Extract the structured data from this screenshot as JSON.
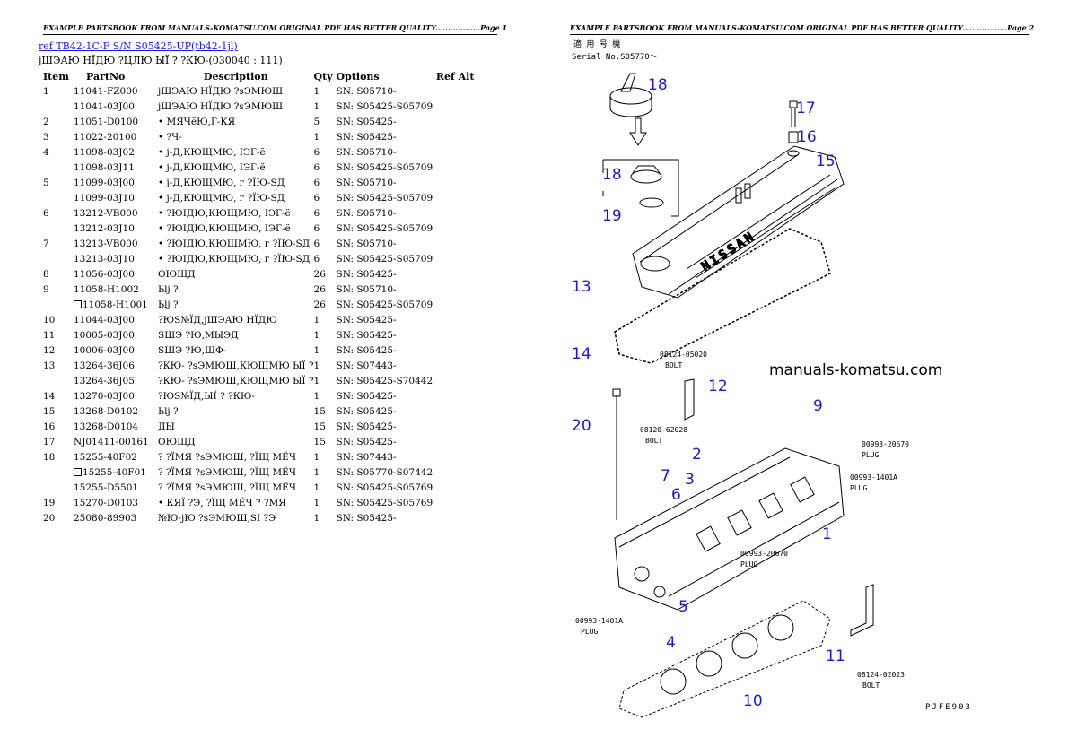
{
  "page1": {
    "header": "EXAMPLE PARTSBOOK FROM MANUALS-KOMATSU.COM ORIGINAL PDF HAS BETTER QUALITY..................Page 1",
    "ref_link": "ref TB42-1C-F S/N S05425-UP(tb42-1jl)",
    "subtitle": "јШЭАЮ НЇДЮ ?ЦЛЮ ЫЇ ? ?КЮ-(030040 : 111)",
    "columns": [
      "Item",
      "PartNo",
      "Description",
      "Qty",
      "Options",
      "Ref Alt"
    ],
    "rows": [
      {
        "item": "1",
        "part": "11041-FZ000",
        "desc": "јШЭАЮ НЇДЮ ?sЭМЮШ",
        "qty": "1",
        "opt": "SN: S05710-",
        "box": false
      },
      {
        "item": "",
        "part": "11041-03J00",
        "desc": "јШЭАЮ НЇДЮ ?sЭМЮШ",
        "qty": "1",
        "opt": "SN: S05425-S05709",
        "box": false
      },
      {
        "item": "2",
        "part": "11051-D0100",
        "desc": "• МЯЧёЮ,Г-КЯ",
        "qty": "5",
        "opt": "SN: S05425-",
        "box": false
      },
      {
        "item": "3",
        "part": "11022-20100",
        "desc": "• ?Ч-",
        "qty": "1",
        "opt": "SN: S05425-",
        "box": false
      },
      {
        "item": "4",
        "part": "11098-03J02",
        "desc": "• ј-Д,КЮЩМЮ, ІЭГ-ё",
        "qty": "6",
        "opt": "SN: S05710-",
        "box": false
      },
      {
        "item": "",
        "part": "11098-03J11",
        "desc": "• ј-Д,КЮЩМЮ, ІЭГ-ё",
        "qty": "6",
        "opt": "SN: S05425-S05709",
        "box": false
      },
      {
        "item": "5",
        "part": "11099-03J00",
        "desc": "• ј-Д,КЮЩМЮ, г ?ЇЮ-SД",
        "qty": "6",
        "opt": "SN: S05710-",
        "box": false
      },
      {
        "item": "",
        "part": "11099-03J10",
        "desc": "• ј-Д,КЮЩМЮ, г ?ЇЮ-SД",
        "qty": "6",
        "opt": "SN: S05425-S05709",
        "box": false
      },
      {
        "item": "6",
        "part": "13212-VB000",
        "desc": "• ?ЮІДЮ,КЮЩМЮ, ІЭГ-ё",
        "qty": "6",
        "opt": "SN: S05710-",
        "box": false
      },
      {
        "item": "",
        "part": "13212-03J10",
        "desc": "• ?ЮІДЮ,КЮЩМЮ, ІЭГ-ё",
        "qty": "6",
        "opt": "SN: S05425-S05709",
        "box": false
      },
      {
        "item": "7",
        "part": "13213-VB000",
        "desc": "• ?ЮІДЮ,КЮЩМЮ, г ?ЇЮ-SД",
        "qty": "6",
        "opt": "SN: S05710-",
        "box": false
      },
      {
        "item": "",
        "part": "13213-03J10",
        "desc": "• ?ЮІДЮ,КЮЩМЮ, г ?ЇЮ-SД",
        "qty": "6",
        "opt": "SN: S05425-S05709",
        "box": false
      },
      {
        "item": "8",
        "part": "11056-03J00",
        "desc": "ОЮЩД",
        "qty": "26",
        "opt": "SN: S05425-",
        "box": false
      },
      {
        "item": "9",
        "part": "11058-H1002",
        "desc": "Ьlј ?",
        "qty": "26",
        "opt": "SN: S05710-",
        "box": false
      },
      {
        "item": "",
        "part": "11058-H1001",
        "desc": "Ьlј ?",
        "qty": "26",
        "opt": "SN: S05425-S05709",
        "box": true
      },
      {
        "item": "10",
        "part": "11044-03J00",
        "desc": "?ЮЅ№ЇД,јШЭАЮ НЇДЮ",
        "qty": "1",
        "opt": "SN: S05425-",
        "box": false
      },
      {
        "item": "11",
        "part": "10005-03J00",
        "desc": "SШЭ ?Ю,МЫЭД",
        "qty": "1",
        "opt": "SN: S05425-",
        "box": false
      },
      {
        "item": "12",
        "part": "10006-03J00",
        "desc": "SШЭ ?Ю,ШФ-",
        "qty": "1",
        "opt": "SN: S05425-",
        "box": false
      },
      {
        "item": "13",
        "part": "13264-36J06",
        "desc": "?КЮ- ?sЭМЮШ,КЮЩМЮ ЫЇ ?",
        "qty": "1",
        "opt": "SN: S07443-",
        "box": false
      },
      {
        "item": "",
        "part": "13264-36J05",
        "desc": "?КЮ- ?sЭМЮШ,КЮЩМЮ ЫЇ ?",
        "qty": "1",
        "opt": "SN: S05425-S70442",
        "box": false
      },
      {
        "item": "14",
        "part": "13270-03J00",
        "desc": "?ЮЅ№ЇД,ЫЇ ? ?КЮ-",
        "qty": "1",
        "opt": "SN: S05425-",
        "box": false
      },
      {
        "item": "15",
        "part": "13268-D0102",
        "desc": "Ьlј ?",
        "qty": "15",
        "opt": "SN: S05425-",
        "box": false
      },
      {
        "item": "16",
        "part": "13268-D0104",
        "desc": "ДЫ",
        "qty": "15",
        "opt": "SN: S05425-",
        "box": false
      },
      {
        "item": "17",
        "part": "NJ01411-00161",
        "desc": "ОЮЩД",
        "qty": "15",
        "opt": "SN: S05425-",
        "box": false
      },
      {
        "item": "18",
        "part": "15255-40F02",
        "desc": "? ?ЇМЯ ?sЭМЮШ, ?ЇЩ МЁЧ",
        "qty": "1",
        "opt": "SN: S07443-",
        "box": false
      },
      {
        "item": "",
        "part": "15255-40F01",
        "desc": "? ?ЇМЯ ?sЭМЮШ, ?ЇЩ МЁЧ",
        "qty": "1",
        "opt": "SN: S05770-S07442",
        "box": true
      },
      {
        "item": "",
        "part": "15255-D5501",
        "desc": "? ?ЇМЯ ?sЭМЮШ, ?ЇЩ МЁЧ",
        "qty": "1",
        "opt": "SN: S05425-S05769",
        "box": false
      },
      {
        "item": "19",
        "part": "15270-D0103",
        "desc": "• КЯЇ ?Э, ?ЇЩ МЁЧ ? ?МЯ",
        "qty": "1",
        "opt": "SN: S05425-S05769",
        "box": false
      },
      {
        "item": "20",
        "part": "25080-89903",
        "desc": "№Ю-јЮ ?sЭМЮШ,SІ ?Э",
        "qty": "1",
        "opt": "SN: S05425-",
        "box": false
      }
    ]
  },
  "page2": {
    "header": "EXAMPLE PARTSBOOK FROM MANUALS-KOMATSU.COM ORIGINAL PDF HAS BETTER QUALITY..................Page 2",
    "serial_title": "適 用 号 機",
    "serial_no": "Serial No.S05770～",
    "watermark": "manuals-komatsu.com",
    "drawing_code": "PJFE903",
    "cover_brand": "NISSAN",
    "callouts": [
      "18",
      "17",
      "16",
      "15",
      "18",
      "19",
      "13",
      "14",
      "12",
      "9",
      "20",
      "2",
      "3",
      "7",
      "6",
      "1",
      "5",
      "4",
      "11",
      "10"
    ],
    "part_labels": [
      {
        "code": "08124-05020",
        "name": "BOLT"
      },
      {
        "code": "08120-62028",
        "name": "BOLT"
      },
      {
        "code": "00993-20670",
        "name": "PLUG"
      },
      {
        "code": "00993-1401A",
        "name": "PLUG"
      },
      {
        "code": "00993-20670",
        "name": "PLUG"
      },
      {
        "code": "00993-1401A",
        "name": "PLUG"
      },
      {
        "code": "08124-02023",
        "name": "BOLT"
      }
    ],
    "colors": {
      "callout": "#1a1ad6",
      "link": "#1a1aff"
    }
  }
}
